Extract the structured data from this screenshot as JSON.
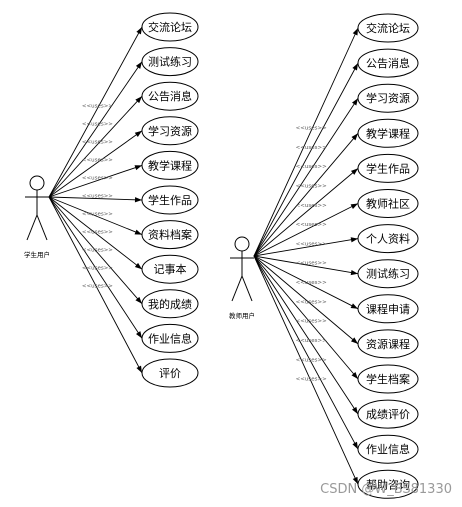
{
  "uses_label": "<<uses>>",
  "left_actor": {
    "label": "学生用户",
    "use_cases": [
      "交流论坛",
      "测试练习",
      "公告消息",
      "学习资源",
      "教学课程",
      "学生作品",
      "资料档案",
      "记事本",
      "我的成绩",
      "作业信息",
      "评价"
    ]
  },
  "right_actor": {
    "label": "教师用户",
    "use_cases": [
      "交流论坛",
      "公告消息",
      "学习资源",
      "教学课程",
      "学生作品",
      "教师社区",
      "个人资料",
      "测试练习",
      "课程申请",
      "资源课程",
      "学生档案",
      "成绩评价",
      "作业信息",
      "帮助咨询"
    ]
  },
  "watermark": "CSDN @W_BS81330"
}
